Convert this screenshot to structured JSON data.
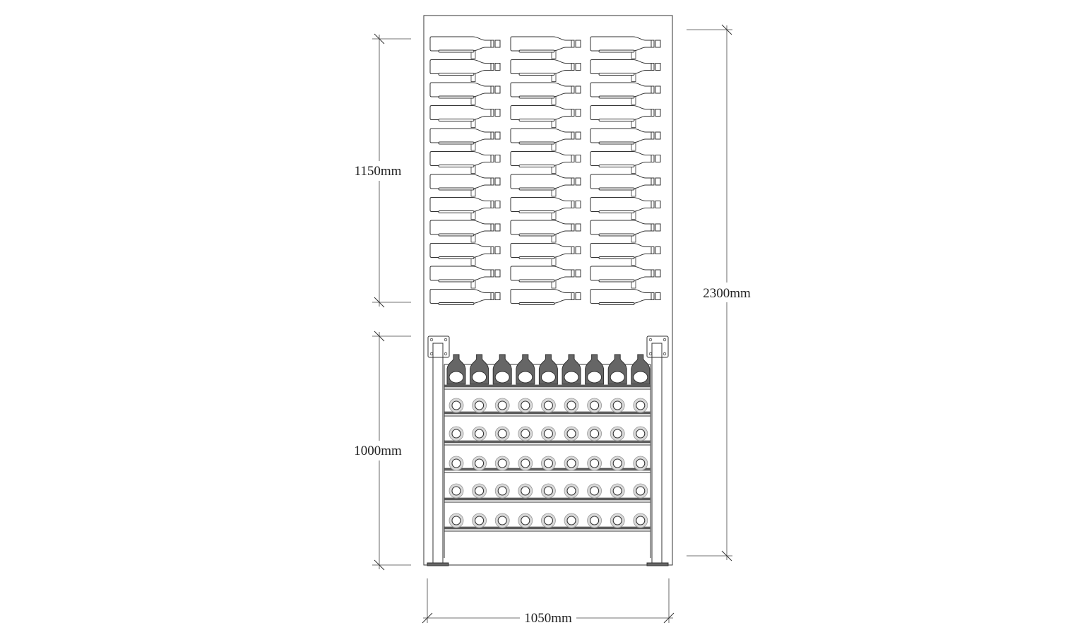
{
  "dimensions": {
    "upper_height": "1150mm",
    "lower_height": "1000mm",
    "total_height": "2300mm",
    "width": "1050mm"
  },
  "upper_rack": {
    "columns": 3,
    "rows": 12,
    "orientation": "bottles-horizontal-side-view"
  },
  "lower_rack": {
    "columns": 9,
    "shelves": 6,
    "top_shelf_view": "bottle-shoulders",
    "other_shelves_view": "bottle-bases"
  },
  "colors": {
    "line": "#333333",
    "bottle_fill": "#ffffff",
    "shelf_dark": "#666666",
    "base_shade": "#d8d8d8"
  }
}
